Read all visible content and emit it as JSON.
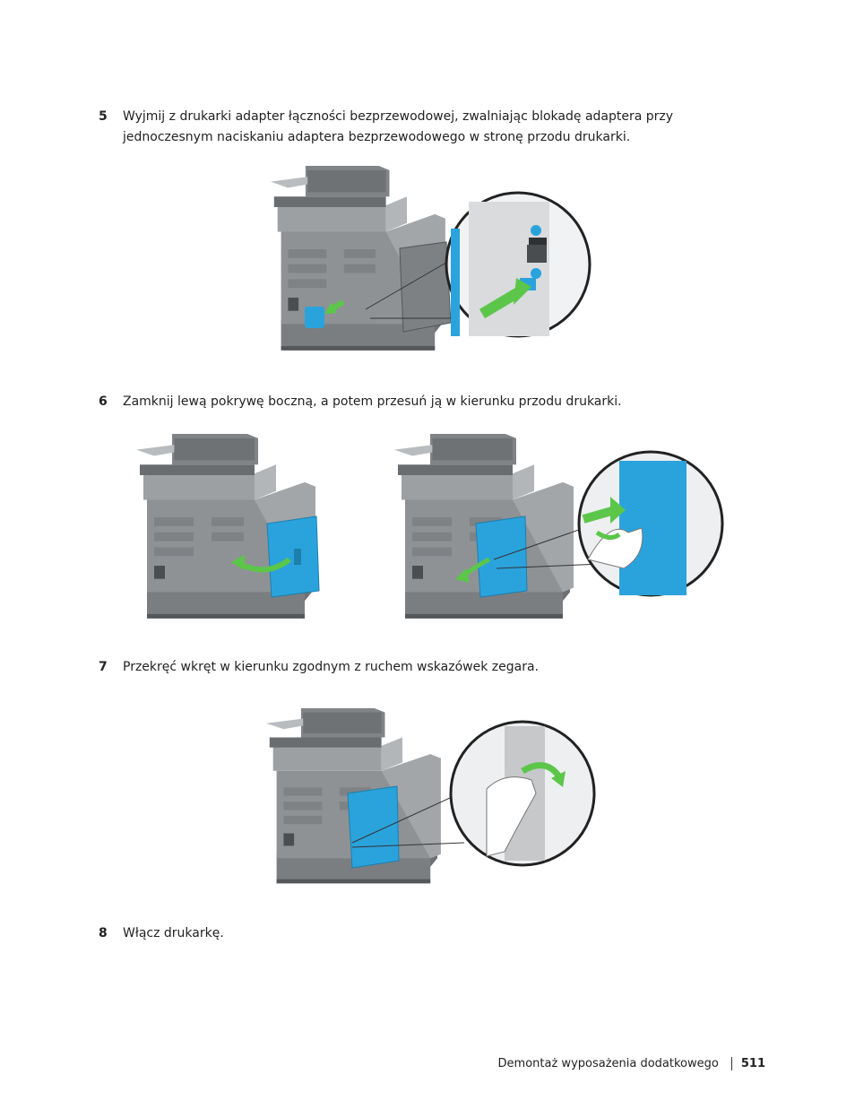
{
  "steps": [
    {
      "number": "5",
      "lines": [
        "Wyjmij z drukarki adapter łączności bezprzewodowej, zwalniając blokadę adaptera przy",
        "jednoczesnym naciskaniu adaptera bezprzewodowego w stronę przodu drukarki."
      ]
    },
    {
      "number": "6",
      "lines": [
        "Zamknij lewą pokrywę boczną, a potem przesuń ją w kierunku przodu drukarki."
      ]
    },
    {
      "number": "7",
      "lines": [
        "Przekręć wkręt w kierunku zgodnym z ruchem wskazówek zegara."
      ]
    },
    {
      "number": "8",
      "lines": [
        "Włącz drukarkę."
      ]
    }
  ],
  "footer": {
    "section": "Demontaż wyposażenia dodatkowego",
    "page": "511"
  },
  "colors": {
    "printer_body": "#8a8d90",
    "printer_dark": "#5f6265",
    "cover_blue": "#2aa3dc",
    "arrow_green": "#5cc64a"
  }
}
